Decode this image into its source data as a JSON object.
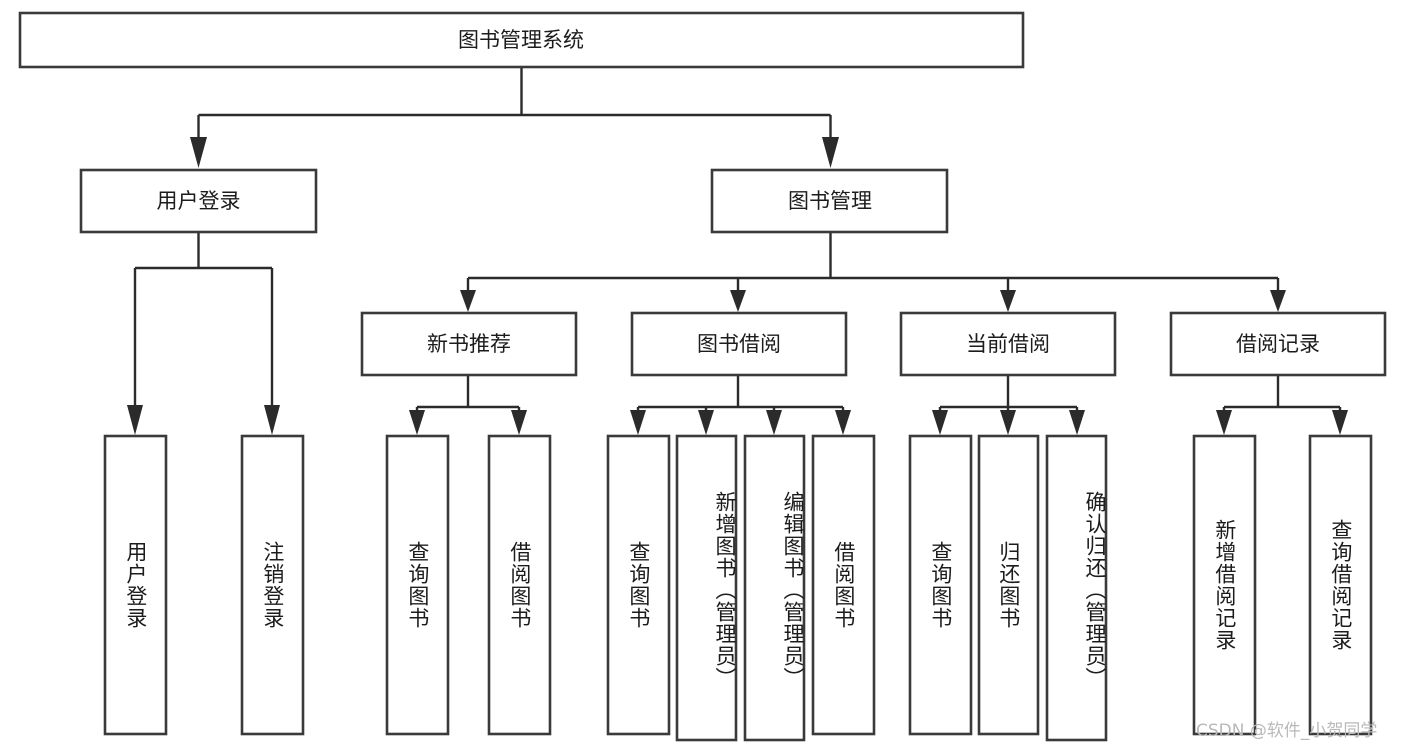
{
  "diagram": {
    "type": "tree-hierarchy-chart",
    "title": "图书管理系统",
    "orientation": "top-down",
    "colors": {
      "box_stroke": "#3a3a3a",
      "box_fill": "#ffffff",
      "connector": "#2b2b2b",
      "text": "#1c1c1c",
      "watermark": "#b9b9b9",
      "background": "#ffffff"
    },
    "root": {
      "label": "图书管理系统"
    },
    "level2": [
      {
        "label": "用户登录"
      },
      {
        "label": "图书管理"
      }
    ],
    "level3": [
      {
        "label": "新书推荐"
      },
      {
        "label": "图书借阅"
      },
      {
        "label": "当前借阅"
      },
      {
        "label": "借阅记录"
      }
    ],
    "leaves": {
      "user_login": [
        {
          "label": "用户登录"
        },
        {
          "label": "注销登录"
        }
      ],
      "new_book_recommend": [
        {
          "label": "查询图书"
        },
        {
          "label": "借阅图书"
        }
      ],
      "book_borrow": [
        {
          "label": "查询图书"
        },
        {
          "label": "新增图书（管理员）"
        },
        {
          "label": "编辑图书（管理员）"
        },
        {
          "label": "借阅图书"
        }
      ],
      "current_borrow": [
        {
          "label": "查询图书"
        },
        {
          "label": "归还图书"
        },
        {
          "label": "确认归还（管理员）"
        }
      ],
      "borrow_record": [
        {
          "label": "新增借阅记录"
        },
        {
          "label": "查询借阅记录"
        }
      ]
    },
    "watermark": "CSDN @软件_小贺同学"
  }
}
